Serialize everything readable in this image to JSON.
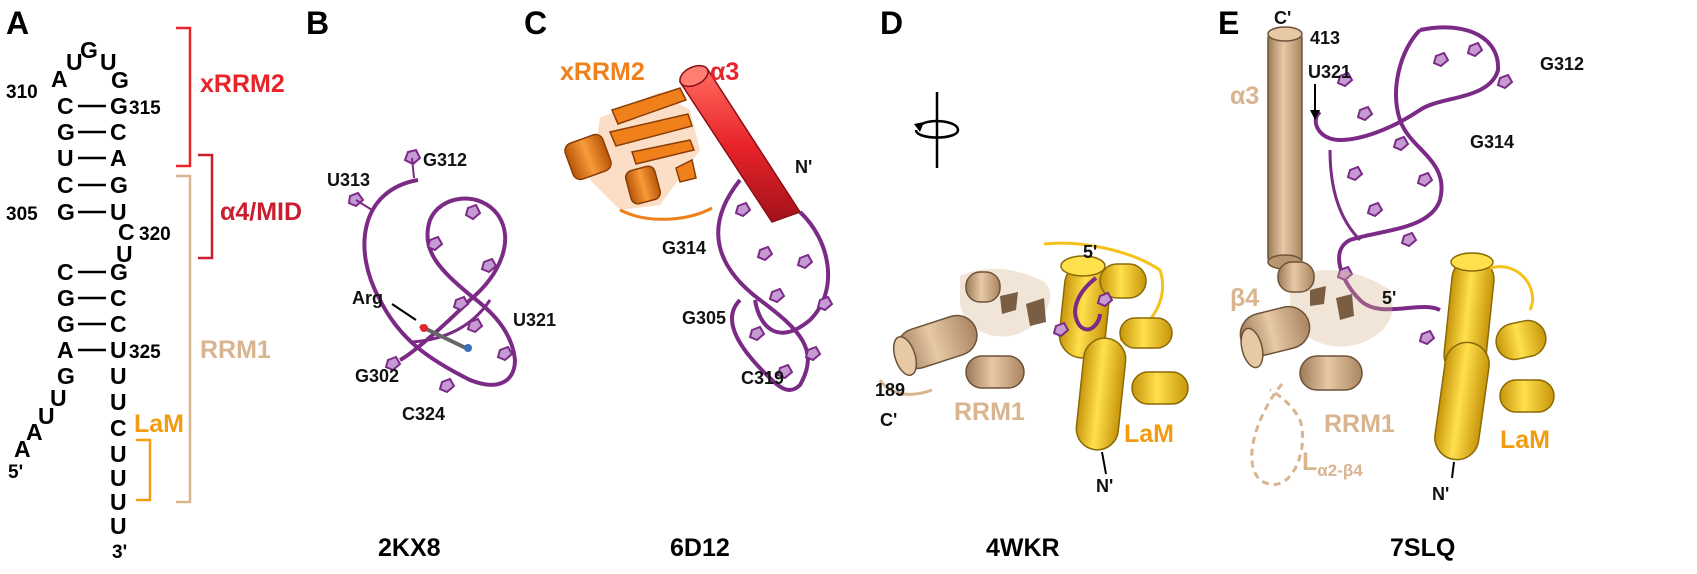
{
  "panels": {
    "A": {
      "letter": "A",
      "stem_top": [
        "U",
        "G",
        "U",
        "G"
      ],
      "loop_left": "A",
      "left_strand": [
        "C",
        "G",
        "U",
        "C",
        "G"
      ],
      "right_strand": [
        "G",
        "C",
        "A",
        "G",
        "U"
      ],
      "bulge": [
        "C",
        "U"
      ],
      "lower_left": [
        "C",
        "G",
        "G",
        "A",
        "G"
      ],
      "lower_right": [
        "G",
        "C",
        "C",
        "U",
        "U"
      ],
      "tail_left": [
        "U",
        "U",
        "A",
        "A"
      ],
      "tail_right": [
        "U",
        "C",
        "U",
        "U",
        "U",
        "U"
      ],
      "n310": "310",
      "n315": "315",
      "n305": "305",
      "n320": "320",
      "n325": "325",
      "five_prime": "5'",
      "three_prime": "3'",
      "bracket_xrrm2": "xRRM2",
      "bracket_a4mid": "α4/MID",
      "bracket_rrm1": "RRM1",
      "bracket_lam": "LaM"
    },
    "B": {
      "letter": "B",
      "pdb": "2KX8",
      "labels": {
        "u313": "U313",
        "g312": "G312",
        "arg": "Arg",
        "u321": "U321",
        "g302": "G302",
        "c324": "C324"
      }
    },
    "C": {
      "letter": "C",
      "pdb": "6D12",
      "labels": {
        "xrrm2": "xRRM2",
        "a3": "α3",
        "n_term": "N'",
        "g314": "G314",
        "g305": "G305",
        "c319": "C319"
      }
    },
    "D": {
      "letter": "D",
      "pdb": "4WKR",
      "labels": {
        "five_prime": "5'",
        "res189": "189",
        "c_term": "C'",
        "rrm1": "RRM1",
        "lam": "LaM",
        "n_term": "N'"
      }
    },
    "E": {
      "letter": "E",
      "pdb": "7SLQ",
      "labels": {
        "c_term": "C'",
        "res413": "413",
        "a3": "α3",
        "u321": "U321",
        "g312": "G312",
        "g314": "G314",
        "b4": "β4",
        "five_prime": "5'",
        "rrm1": "RRM1",
        "lam": "LaM",
        "loop_main": "L",
        "loop_sub": "α2-β4",
        "n_term": "N'"
      }
    }
  },
  "colors": {
    "rna": "#7b2a86",
    "base": "#c69bd4",
    "xrrm2": "#f0801a",
    "alpha3": "#e8232a",
    "mid": "#c81e2d",
    "rrm1": "#d8b48f",
    "lam": "#f5c21a",
    "lam_label": "#f39c12"
  },
  "icons": [
    "rotation-arrow-icon"
  ]
}
